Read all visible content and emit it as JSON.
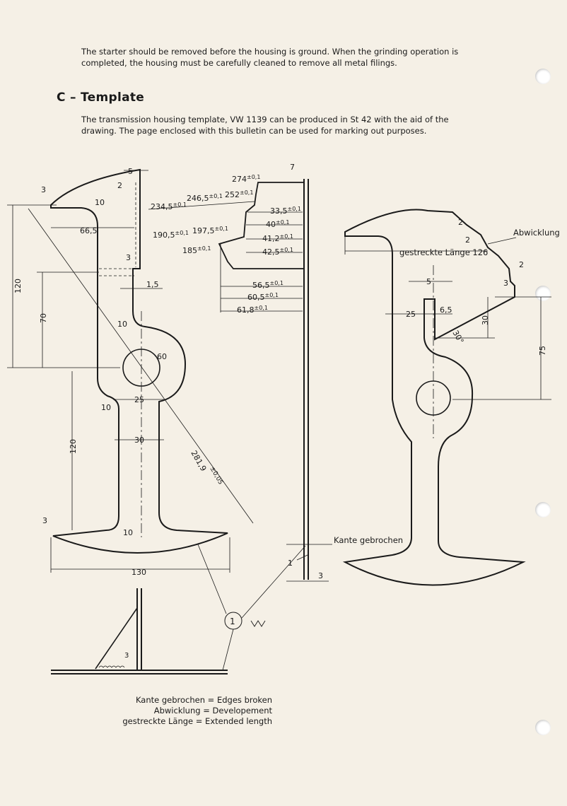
{
  "intro": "The starter should be removed before the housing is ground. When the grinding operation is completed, the housing must be carefully cleaned to remove all metal filings.",
  "heading": "C – Template",
  "body": "The transmission housing template, VW 1139 can be produced in St 42 with the aid of the drawing. The page enclosed with this bulletin can be used for marking out purposes.",
  "drawing": {
    "left_dims": {
      "d5": "5",
      "d2": "2",
      "d3a": "3",
      "d10a": "10",
      "d66": "66,5",
      "d3b": "3",
      "d15": "1,5",
      "d120a": "120",
      "d70": "70",
      "d10b": "10",
      "d60": "60",
      "d25": "25",
      "d10c": "10",
      "d30": "30",
      "d120b": "120",
      "d3c": "3",
      "d10d": "10",
      "d130": "130",
      "d281": "281,9",
      "d281tol": "±0,05",
      "d3d": "3"
    },
    "center_dims": {
      "d7": "7",
      "d274": "274",
      "d252": "252",
      "d2465": "246,5",
      "d2345": "234,5",
      "d335": "33,5",
      "d40": "40",
      "d412": "41,2",
      "d425": "42,5",
      "d1905": "190,5",
      "d1975": "197,5",
      "d185": "185",
      "d565": "56,5",
      "d605": "60,5",
      "d618": "61,8",
      "tol": "±0,1",
      "d1": "1",
      "d3": "3",
      "kante": "Kante gebrochen",
      "circle": "1"
    },
    "right_dims": {
      "abwicklung": "Abwicklung",
      "length": "gestreckte Länge 126",
      "d2a": "2",
      "d2b": "2",
      "d2c": "2",
      "d3": "3",
      "d5": "5",
      "d25": "25",
      "d65": "6,5",
      "d30": "30",
      "deg": "30°",
      "d75": "75"
    }
  },
  "legend": [
    "Kante gebrochen = Edges broken",
    "Abwicklung = Developement",
    "gestreckte Länge = Extended length"
  ]
}
